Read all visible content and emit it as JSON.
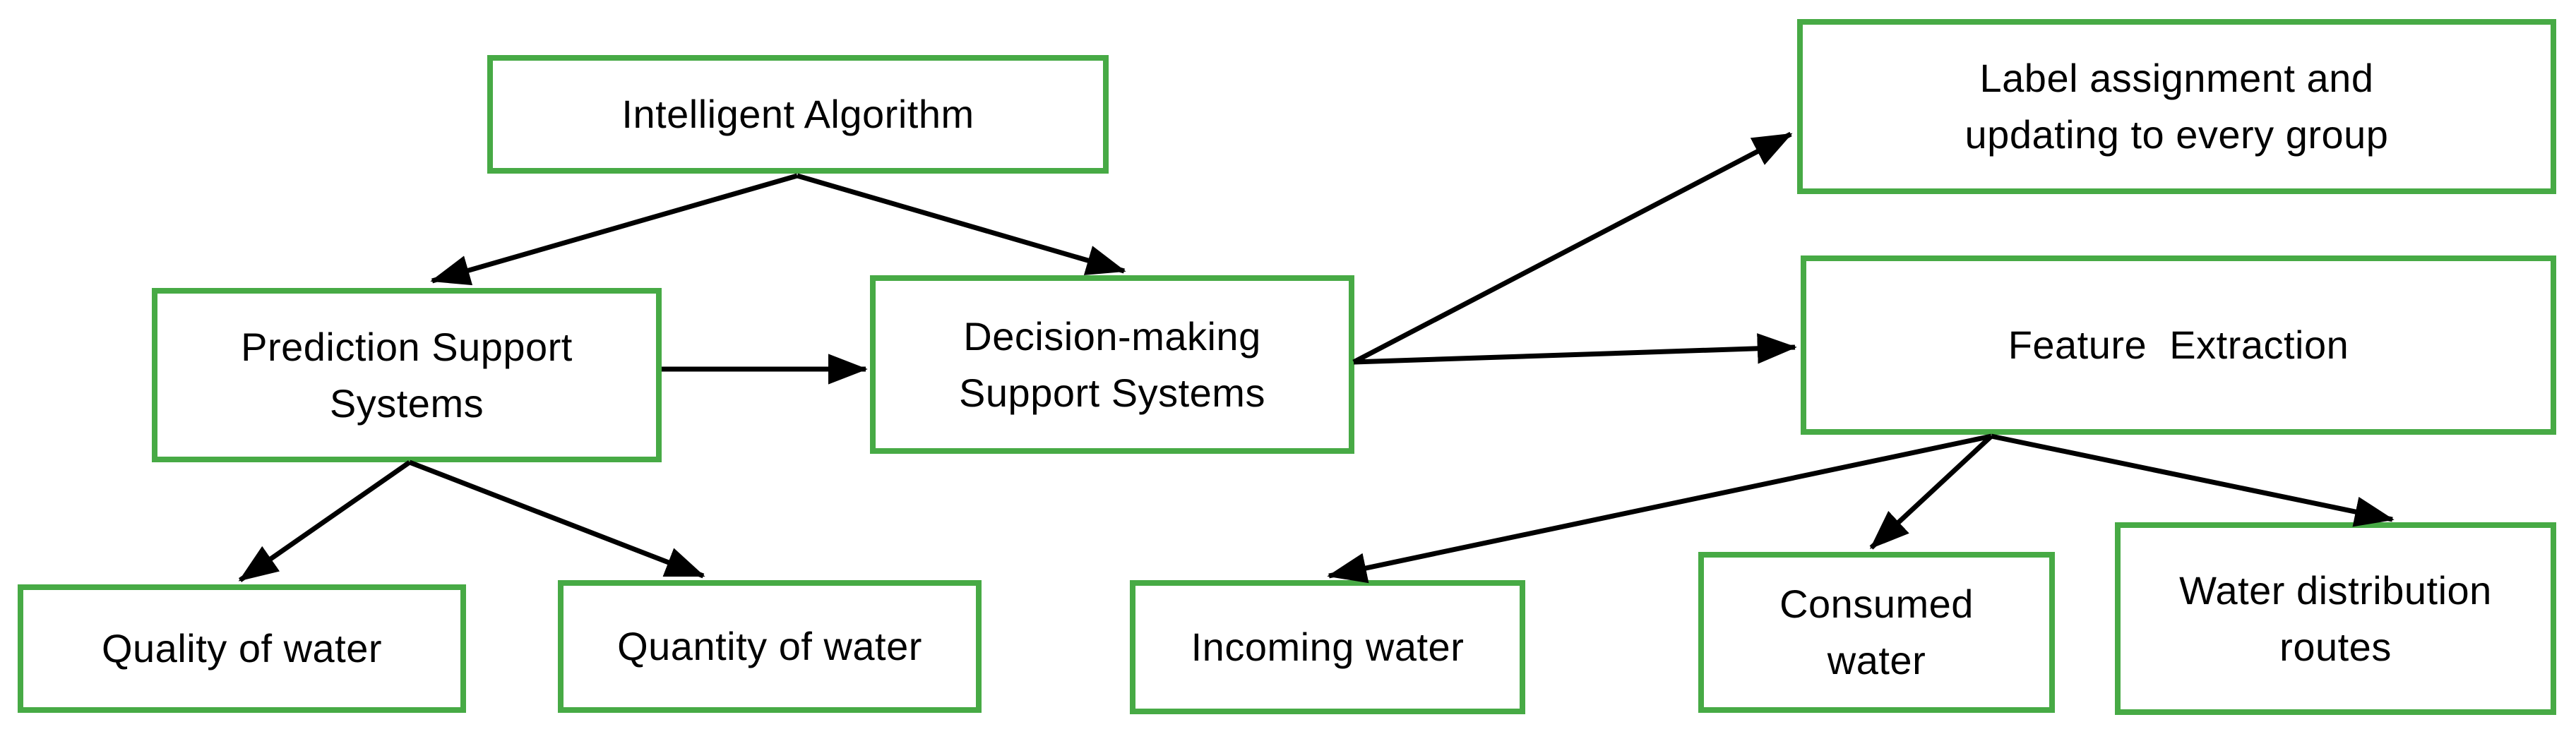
{
  "diagram": {
    "background_color": "#ffffff",
    "box_border_color": "#47aa45",
    "box_fill_color": "#ffffff",
    "arrow_color": "#000000",
    "text_color": "#000000",
    "nodes": [
      {
        "id": "intelligent-algorithm",
        "label": "Intelligent Algorithm"
      },
      {
        "id": "label-assignment",
        "label": "Label assignment and\nupdating to every group"
      },
      {
        "id": "prediction-support",
        "label": "Prediction Support\nSystems"
      },
      {
        "id": "decision-making",
        "label": "Decision-making\nSupport Systems"
      },
      {
        "id": "feature-extraction",
        "label": "Feature  Extraction"
      },
      {
        "id": "quality-of-water",
        "label": "Quality of water"
      },
      {
        "id": "quantity-of-water",
        "label": "Quantity of water"
      },
      {
        "id": "incoming-water",
        "label": "Incoming water"
      },
      {
        "id": "consumed-water",
        "label": "Consumed\nwater"
      },
      {
        "id": "water-distribution-routes",
        "label": "Water distribution\nroutes"
      }
    ],
    "edges": [
      {
        "from": "intelligent-algorithm",
        "to": "prediction-support"
      },
      {
        "from": "intelligent-algorithm",
        "to": "decision-making"
      },
      {
        "from": "prediction-support",
        "to": "decision-making"
      },
      {
        "from": "decision-making",
        "to": "label-assignment"
      },
      {
        "from": "decision-making",
        "to": "feature-extraction"
      },
      {
        "from": "prediction-support",
        "to": "quality-of-water"
      },
      {
        "from": "prediction-support",
        "to": "quantity-of-water"
      },
      {
        "from": "feature-extraction",
        "to": "incoming-water"
      },
      {
        "from": "feature-extraction",
        "to": "consumed-water"
      },
      {
        "from": "feature-extraction",
        "to": "water-distribution-routes"
      }
    ]
  }
}
